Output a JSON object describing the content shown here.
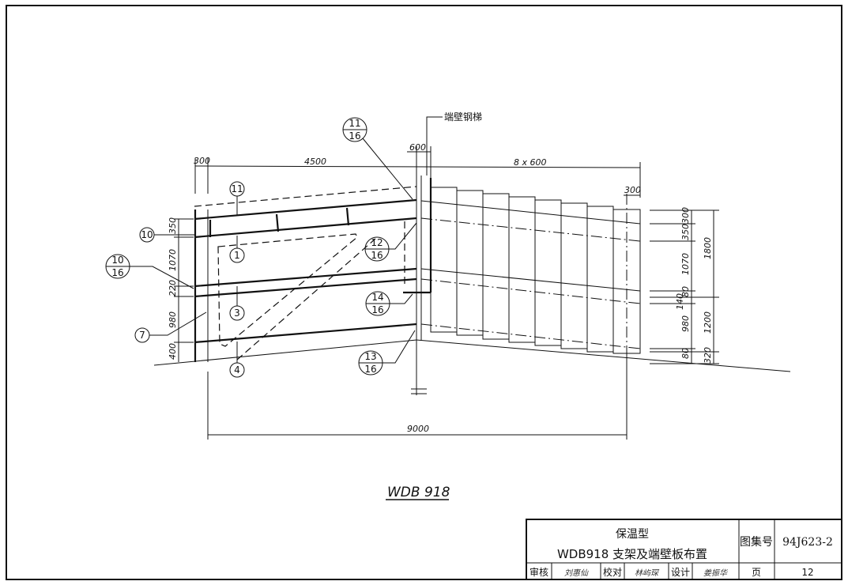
{
  "drawing": {
    "title": "WDB 918",
    "ladder_label": "端壁钢梯",
    "top_dims": {
      "left_300": "300",
      "span_4500": "4500",
      "ladder_600": "600",
      "panels": "8 x 600",
      "right_300": "300"
    },
    "bottom_dim": "9000",
    "left_dims": [
      "350",
      "1070",
      "220",
      "980",
      "400"
    ],
    "right_inner_dims": [
      "300",
      "350",
      "1070",
      "80",
      "140",
      "980",
      "80"
    ],
    "right_outer_dims": [
      "1800",
      "1200",
      "320"
    ],
    "callouts": {
      "c11_16": {
        "top": "11",
        "bottom": "16"
      },
      "c11": "11",
      "c10": "10",
      "c10_16": {
        "top": "10",
        "bottom": "16"
      },
      "c7": "7",
      "c1": "1",
      "c3": "3",
      "c4": "4",
      "c12_16": {
        "top": "12",
        "bottom": "16"
      },
      "c14_16": {
        "top": "14",
        "bottom": "16"
      },
      "c13_16": {
        "top": "13",
        "bottom": "16"
      }
    }
  },
  "title_block": {
    "subtitle": "保温型",
    "title": "WDB918 支架及端壁板布置",
    "atlas_label": "图集号",
    "atlas_no": "94J623-2",
    "review_label": "审核",
    "review_sig": "刘惠仙",
    "check_label": "校对",
    "check_sig": "林屿琛",
    "design_label": "设计",
    "design_sig": "姜振华",
    "page_label": "页",
    "page_no": "12"
  }
}
